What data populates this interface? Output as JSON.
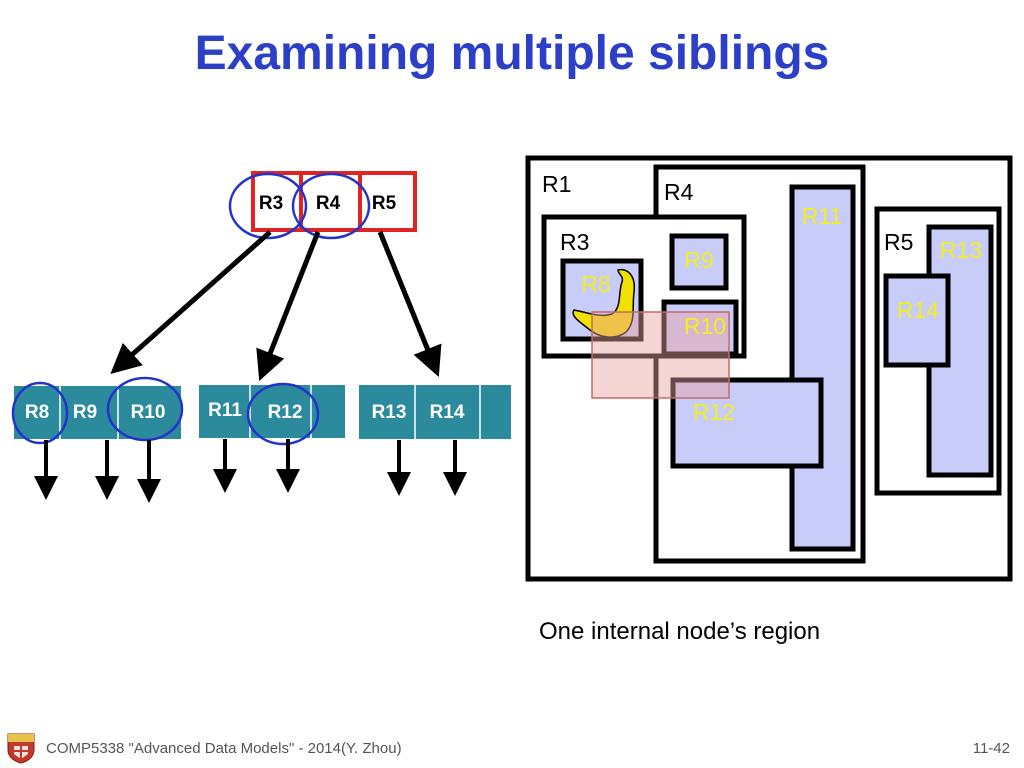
{
  "title": "Examining multiple siblings",
  "caption": "One internal node’s region",
  "footer": {
    "course": "COMP5338 \"Advanced Data Models\" - 2014(Y. Zhou)",
    "page": "11-42",
    "logo_icon": "university-crest-icon"
  },
  "tree": {
    "root": {
      "entries": [
        "R3",
        "R4",
        "R5"
      ]
    },
    "leaves": [
      {
        "entries": [
          "R8",
          "R9",
          "R10"
        ]
      },
      {
        "entries": [
          "R11",
          "R12",
          ""
        ]
      },
      {
        "entries": [
          "R13",
          "R14",
          ""
        ]
      }
    ],
    "circled": [
      "R3",
      "R4",
      "R8",
      "R10",
      "R12"
    ]
  },
  "regions": {
    "R1": "R1",
    "R3": "R3",
    "R4": "R4",
    "R5": "R5",
    "R8": "R8",
    "R9": "R9",
    "R10": "R10",
    "R11": "R11",
    "R12": "R12",
    "R13": "R13",
    "R14": "R14"
  },
  "colors": {
    "title": "#2b40c6",
    "node_fill": "#2b8a9c",
    "root_border": "#e02424",
    "circle": "#2233cc",
    "region_fill": "#c8ccf8",
    "region_label": "#f2ee24",
    "query_fill": "#f2c4c4",
    "query_border": "#c46a6a",
    "blob": "#f2e000"
  }
}
